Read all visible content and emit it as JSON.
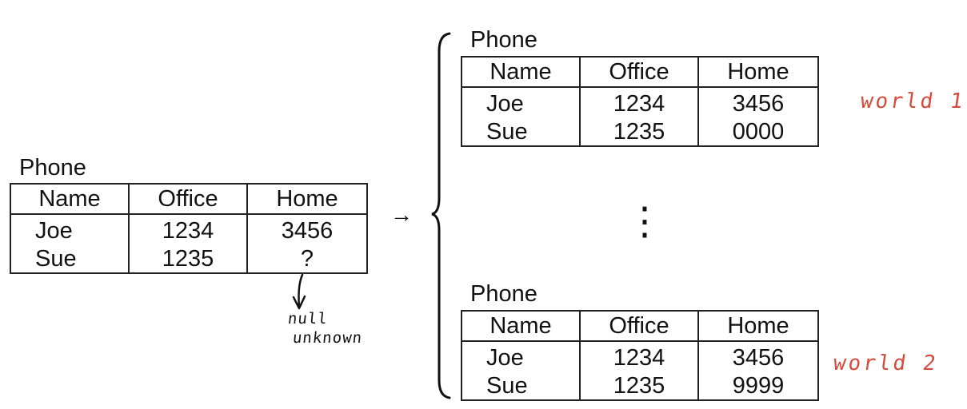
{
  "headers": [
    "Name",
    "Office",
    "Home"
  ],
  "tables": [
    {
      "caption": "Phone",
      "rows": [
        [
          "Joe",
          "1234",
          "3456"
        ],
        [
          "Sue",
          "1235",
          "?"
        ]
      ]
    },
    {
      "caption": "Phone",
      "rows": [
        [
          "Joe",
          "1234",
          "3456"
        ],
        [
          "Sue",
          "1235",
          "0000"
        ]
      ]
    },
    {
      "caption": "Phone",
      "rows": [
        [
          "Joe",
          "1234",
          "3456"
        ],
        [
          "Sue",
          "1235",
          "9999"
        ]
      ]
    }
  ],
  "arrow_symbol": "→",
  "vdots": "⋮",
  "annotations": {
    "null_note_line1": "null",
    "null_note_line2": "unknown",
    "world1": "world 1",
    "world2": "world 2"
  },
  "colors": {
    "annotation_red": "#d84a3a",
    "ink": "#111111"
  }
}
